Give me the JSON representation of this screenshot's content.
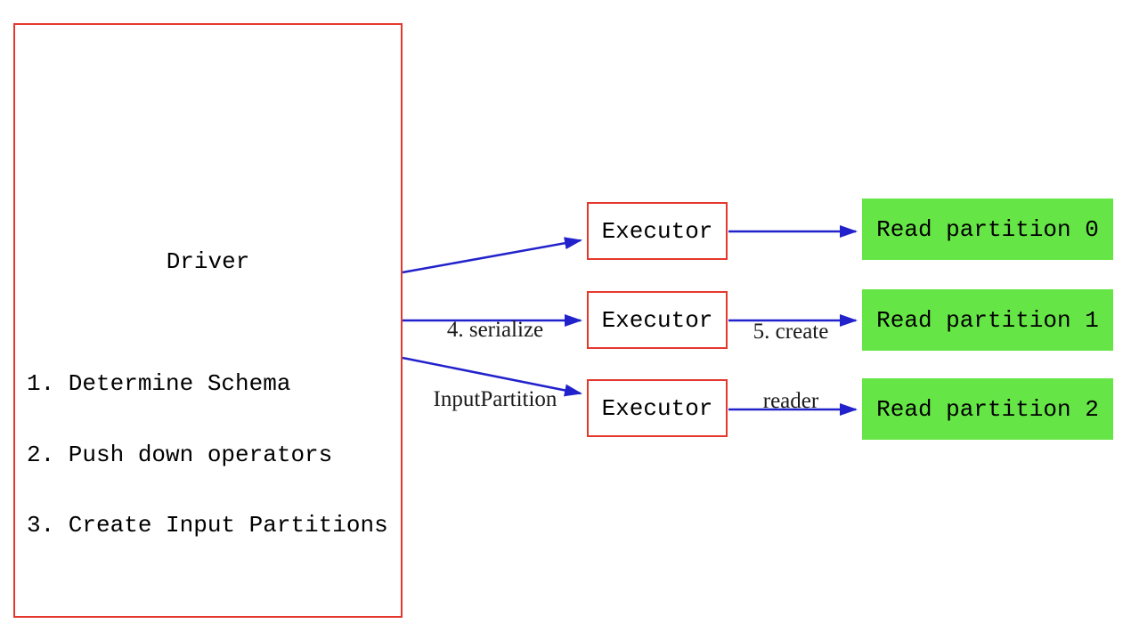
{
  "diagram": {
    "driver": {
      "title": "Driver",
      "steps": [
        "1. Determine Schema",
        "2. Push down operators",
        "3. Create Input Partitions"
      ]
    },
    "executors": [
      {
        "label": "Executor"
      },
      {
        "label": "Executor"
      },
      {
        "label": "Executor"
      }
    ],
    "partitions": [
      {
        "label": "Read partition 0"
      },
      {
        "label": "Read partition 1"
      },
      {
        "label": "Read partition 2"
      }
    ],
    "edge_labels": {
      "serialize": {
        "line1": "4. serialize",
        "line2": "InputPartition"
      },
      "create_reader": {
        "line1": "5. create",
        "line2": "reader"
      }
    },
    "colors": {
      "box_border_red": "#e5382d",
      "partition_green": "#66e646",
      "arrow_blue": "#2222cc",
      "background": "#ffffff"
    }
  }
}
